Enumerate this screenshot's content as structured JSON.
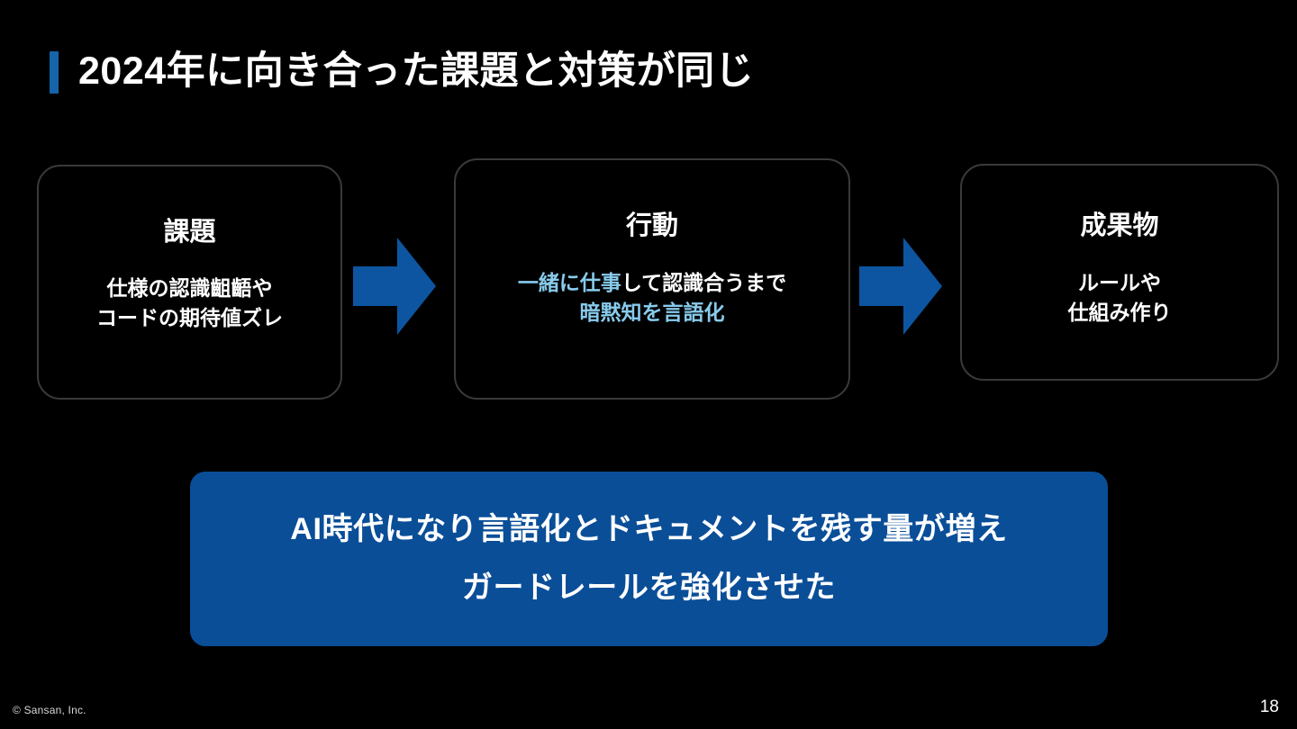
{
  "slide": {
    "background_color": "#000000",
    "accent_color": "#1565A8",
    "banner_color": "#0A4E98",
    "highlight_text_color": "#88CBEC",
    "card_border_color": "#3a3a3a"
  },
  "title": {
    "text": "2024年に向き合った課題と対策が同じ"
  },
  "flow": {
    "cards": [
      {
        "heading": "課題",
        "body_line1": "仕様の認識齟齬や",
        "body_line2": "コードの期待値ズレ"
      },
      {
        "heading": "行動",
        "body_line1_a": "一緒に仕事",
        "body_line1_b": "して認識合うまで",
        "body_line2": "暗黙知を言語化"
      },
      {
        "heading": "成果物",
        "body_line1": "ルールや",
        "body_line2": "仕組み作り"
      }
    ],
    "arrows": [
      {
        "name": "arrow-right-1"
      },
      {
        "name": "arrow-right-2"
      }
    ]
  },
  "banner": {
    "line1": "AI時代になり言語化とドキュメントを残す量が増え",
    "line2": "ガードレールを強化させた"
  },
  "footer": {
    "copyright": "© Sansan, Inc.",
    "page_number": "18"
  }
}
